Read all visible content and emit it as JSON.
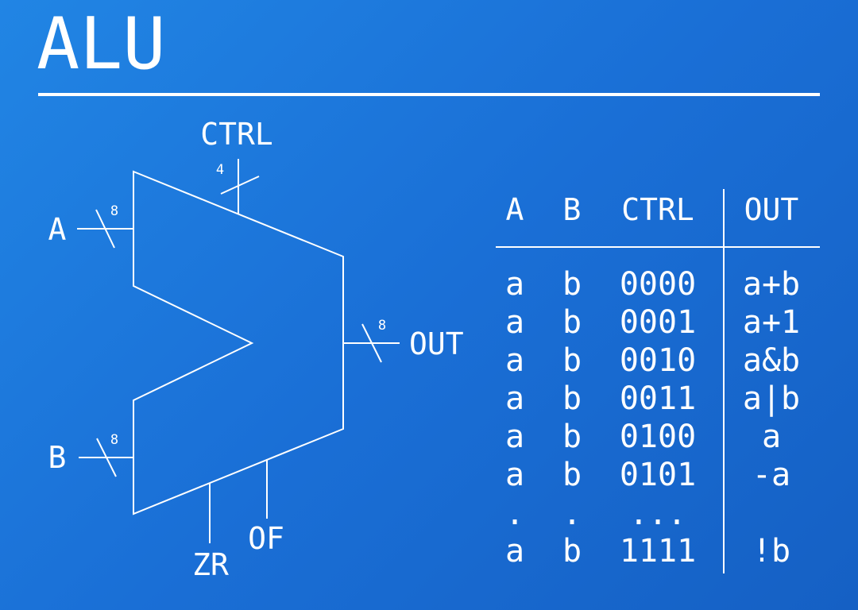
{
  "title": "ALU",
  "colors": {
    "background": "#1a6fd6",
    "foreground": "#ffffff"
  },
  "ports": {
    "a": "A",
    "b": "B",
    "ctrl": "CTRL",
    "out": "OUT",
    "zr": "ZR",
    "of": "OF"
  },
  "bus_widths": {
    "a": "8",
    "b": "8",
    "ctrl": "4",
    "out": "8"
  },
  "truth_table": {
    "headers": [
      "A",
      "B",
      "CTRL",
      "OUT"
    ],
    "rows": [
      [
        "a",
        "b",
        "0000",
        "a+b"
      ],
      [
        "a",
        "b",
        "0001",
        "a+1"
      ],
      [
        "a",
        "b",
        "0010",
        "a&b"
      ],
      [
        "a",
        "b",
        "0011",
        "a|b"
      ],
      [
        "a",
        "b",
        "0100",
        "a"
      ],
      [
        "a",
        "b",
        "0101",
        "-a"
      ],
      [
        ".",
        ".",
        "...",
        ""
      ],
      [
        "a",
        "b",
        "1111",
        "!b"
      ]
    ]
  }
}
